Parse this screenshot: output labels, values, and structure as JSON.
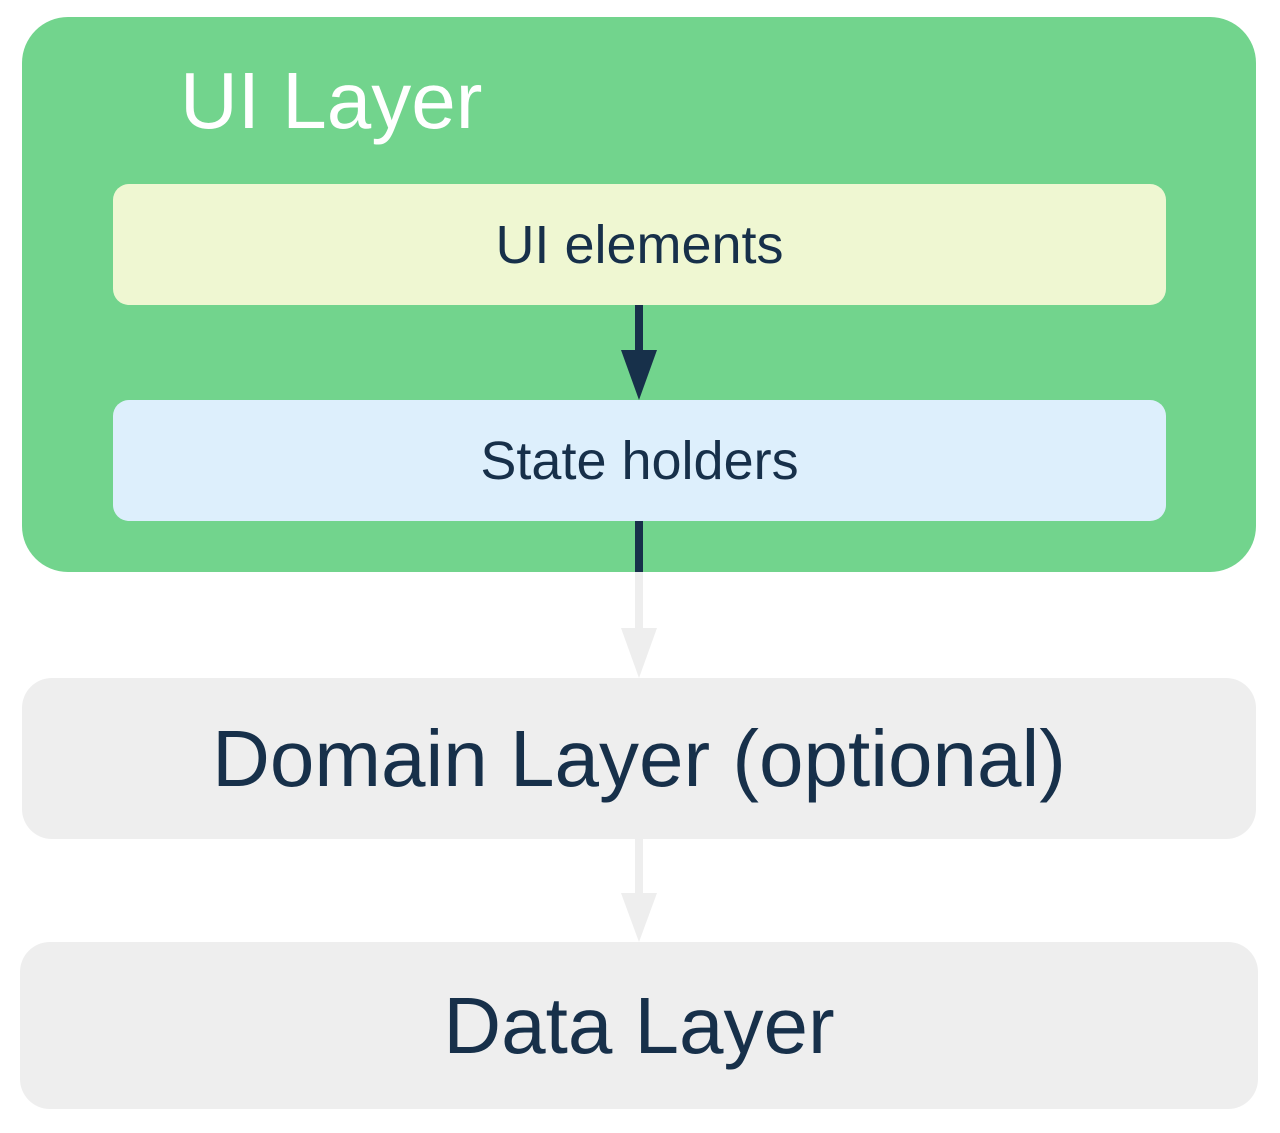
{
  "ui_layer": {
    "title": "UI Layer",
    "ui_elements_label": "UI elements",
    "state_holders_label": "State holders"
  },
  "domain_layer": {
    "label": "Domain Layer (optional)"
  },
  "data_layer": {
    "label": "Data Layer"
  },
  "colors": {
    "ui_layer_bg": "#72d48d",
    "ui_elements_bg": "#eff7d2",
    "state_holders_bg": "#ddeffc",
    "layer_bg": "#eeeeee",
    "text_dark": "#17304a",
    "arrow_dark": "#17304a",
    "arrow_light": "#eeeeee"
  }
}
